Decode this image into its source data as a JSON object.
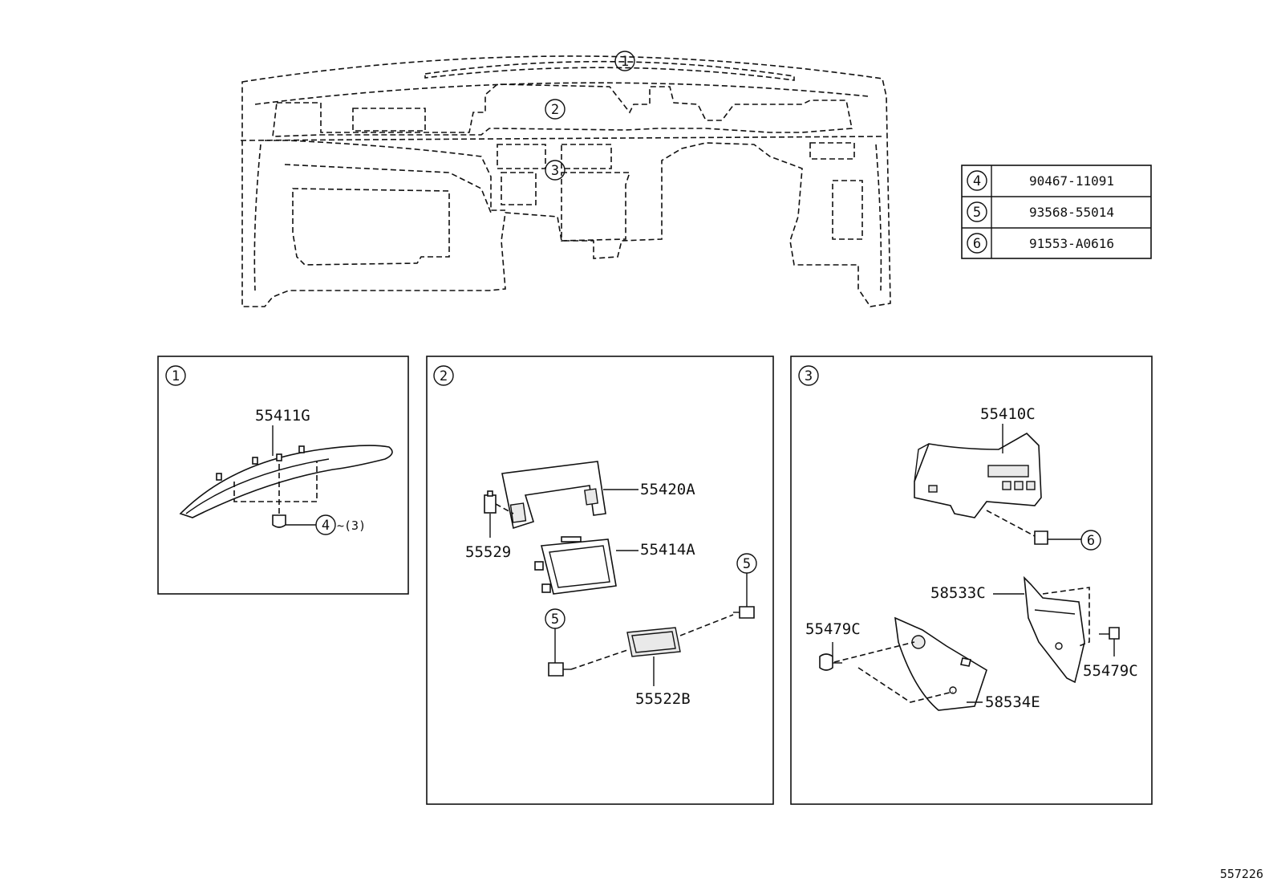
{
  "circle_markers": {
    "c1": "1",
    "c2": "2",
    "c3": "3",
    "c4": "4",
    "c5": "5",
    "c6": "6"
  },
  "fastener_table": [
    {
      "ref": "4",
      "part_number": "90467-11091"
    },
    {
      "ref": "5",
      "part_number": "93568-55014"
    },
    {
      "ref": "6",
      "part_number": "91553-A0616"
    }
  ],
  "panel1": {
    "label": "1",
    "part_55411G": "55411G",
    "qty_note": "~(3)"
  },
  "panel2": {
    "label": "2",
    "part_55420A": "55420A",
    "part_55529": "55529",
    "part_55414A": "55414A",
    "part_55522B": "55522B"
  },
  "panel3": {
    "label": "3",
    "part_55410C": "55410C",
    "part_58533C": "58533C",
    "part_55479C_left": "55479C",
    "part_55479C_right": "55479C",
    "part_58534E": "58534E"
  },
  "diagram_id": "557226"
}
